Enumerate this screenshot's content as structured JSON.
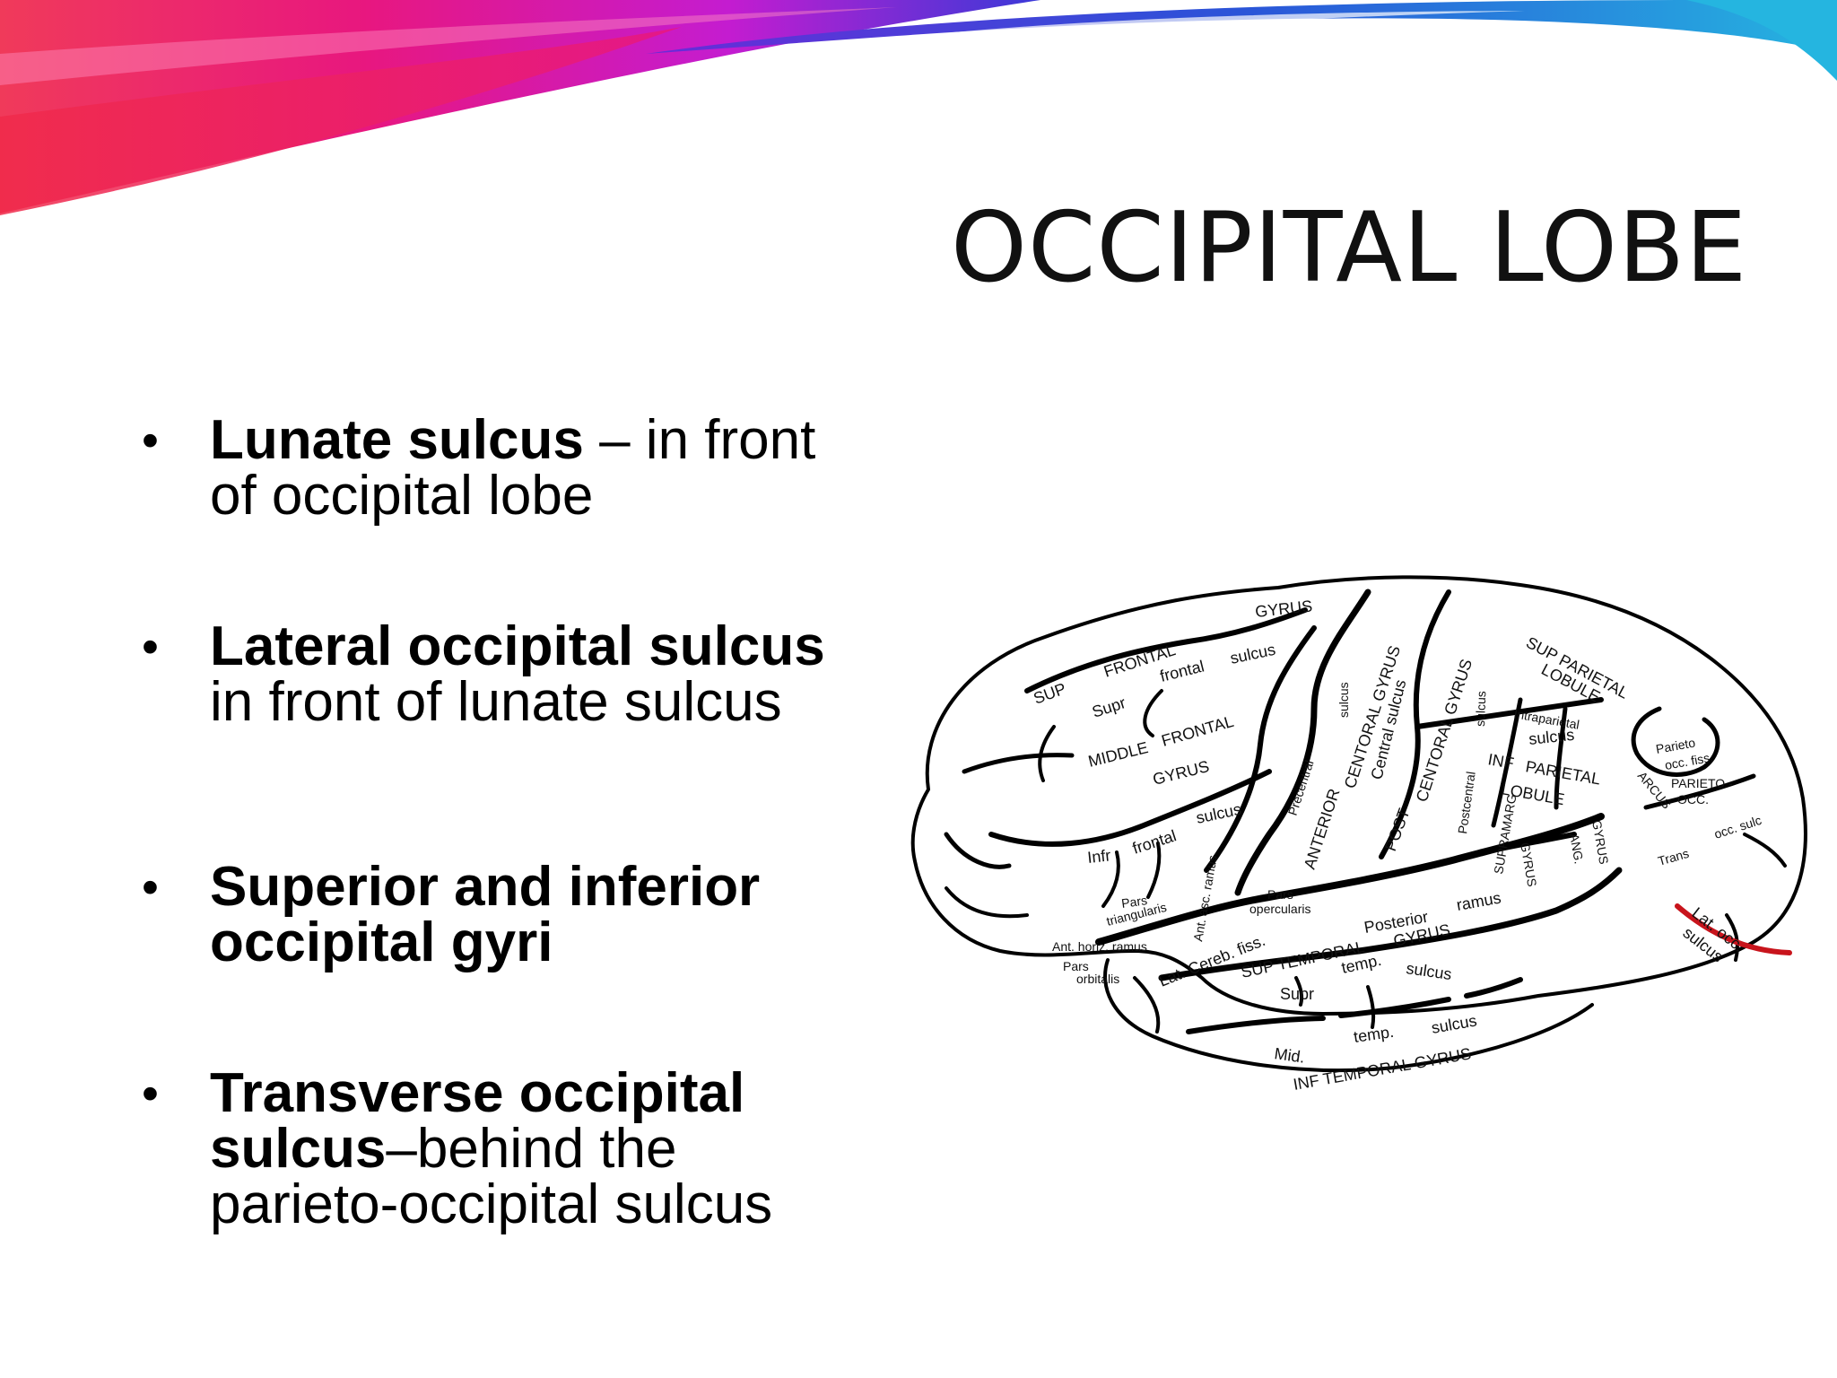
{
  "slide": {
    "title": "OCCIPITAL LOBE"
  },
  "bullets": [
    {
      "bold": "Lunate sulcus",
      "rest": " – in front of occipital lobe"
    },
    {
      "bold": "Lateral occipital sulcus",
      "rest": " in front of lunate sulcus"
    },
    {
      "bold": "Superior and inferior occipital gyri",
      "rest": ""
    },
    {
      "bold": "Transverse occipital sulcus",
      "rest": "–behind  the parieto-occipital  sulcus"
    }
  ],
  "diagram": {
    "labels": {
      "gyrus_top": "GYRUS",
      "sup": "SUP",
      "frontal_sup": "FRONTAL",
      "frontal_lower": "frontal",
      "sulcus_top": "sulcus",
      "supr": "Supr",
      "middle": "MIDDLE",
      "frontal_mid": "FRONTAL",
      "gyrus_mid": "GYRUS",
      "infr": "Infr",
      "frontal_infr": "frontal",
      "sulcus_infr": "sulcus",
      "precentral": "Precentral",
      "sulcus_pre": "sulcus",
      "anterior": "ANTERIOR",
      "centoral_gyrus": "CENTORAL GYRUS",
      "central_sulcus": "Central sulcus",
      "post": "POST",
      "centoral_post": "CENTORAL GYRUS",
      "postcentral": "Postcentral",
      "sulcus_post": "sulcus",
      "sup_parietal": "SUP PARIETAL",
      "lobule": "LOBULE",
      "intraparietal": "Intraparietal",
      "sulcus_ip": "sulcus",
      "inf": "INF",
      "parietal": "PARIETAL",
      "lobule_inf": "LOBULE",
      "supramarg": "SUPRAMARG",
      "gyrus_sm": "GYRUS",
      "ang": "ANG.",
      "gyrus_ang": "GYRUS",
      "parieto": "Parieto",
      "occ_fiss": "occ. fiss.",
      "arcus": "ARCUS",
      "parieto_occ": "PARIETO -",
      "occ": "OCC.",
      "trans": "Trans",
      "occ_sulc": "occ. sulc",
      "lat_occ": "Lat. occ.",
      "sulcus_lat": "sulcus",
      "pars_tri": "Pars",
      "triangularis": "triangularis",
      "ant_asc_ramus": "Ant. asc. ramus",
      "pars_op": "Pars",
      "opercularis": "opercularis",
      "posterior": "Posterior",
      "ramus": "ramus",
      "ant_horiz": "Ant. horiz. ramus",
      "pars_orb": "Pars",
      "orbitalis": "orbitalis",
      "lat_cereb": "Lat. Cereb. fiss.",
      "sup_temporal": "SUP TEMPORAL",
      "gyrus_st": "GYRUS",
      "temp": "temp.",
      "sulcus_st": "sulcus",
      "supr_t": "Supr",
      "mid": "Mid.",
      "temp_mid": "temp.",
      "sulcus_mid": "sulcus",
      "inf_temporal": "INF TEMPORAL GYRUS"
    }
  },
  "colors": {
    "ribbon_pink": "#e8177f",
    "ribbon_magenta": "#d01cc8",
    "ribbon_red": "#f02a4a",
    "ribbon_blue": "#2a54d8",
    "ribbon_cyan": "#25b5e0",
    "lunate_highlight": "#c8141c"
  }
}
